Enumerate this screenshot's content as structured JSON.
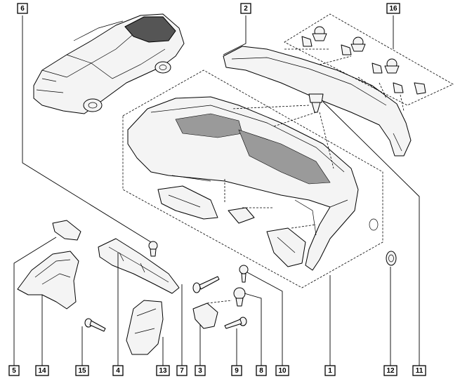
{
  "callouts": {
    "c6": "6",
    "c2": "2",
    "c16": "16",
    "c5": "5",
    "c14": "14",
    "c15": "15",
    "c4": "4",
    "c13": "13",
    "c7": "7",
    "c3": "3",
    "c9": "9",
    "c8": "8",
    "c10": "10",
    "c1": "1",
    "c12": "12",
    "c11": "11"
  }
}
